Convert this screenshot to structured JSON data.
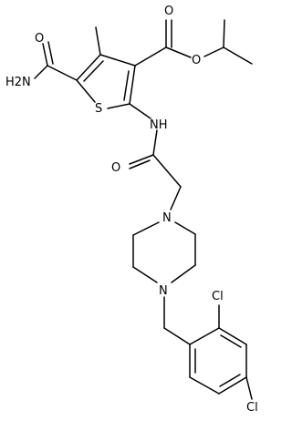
{
  "atoms": {
    "o_ester_carbonyl": "O",
    "o_ester": "O",
    "o_amide_carbonyl": "O",
    "n_amide_nh2": "H2N",
    "s_thiophene": "S",
    "n_amide_nh": "NH",
    "o_acetamide": "O",
    "n_piperazine_top": "N",
    "n_piperazine_bottom": "N",
    "cl_ortho": "Cl",
    "cl_para": "Cl"
  }
}
